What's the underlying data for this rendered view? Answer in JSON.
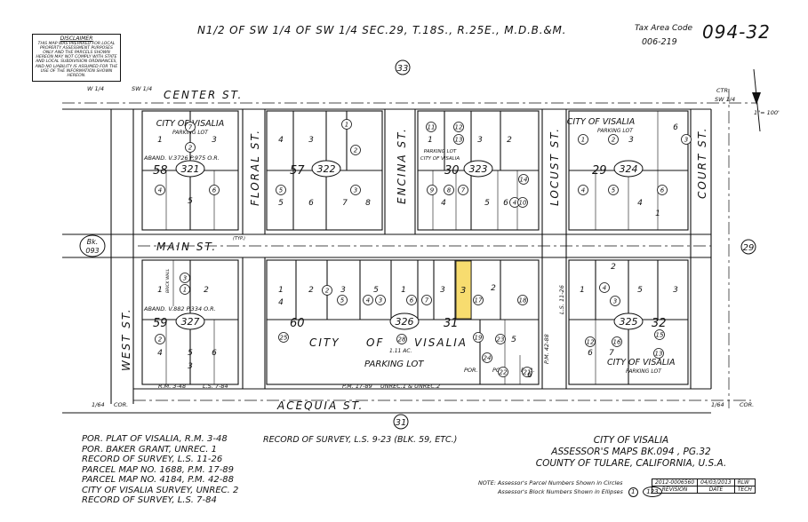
{
  "header": {
    "location": "N1/2 OF SW 1/4 OF SW 1/4 SEC.29, T.18S., R.25E., M.D.B.&M.",
    "tax_area_label": "Tax Area Code",
    "tax_area_code": "006-219",
    "map_number": "094-32"
  },
  "disclaimer": {
    "title": "DISCLAIMER",
    "text": "THIS MAP WAS PREPARED FOR LOCAL PROPERTY ASSESSMENT PURPOSES ONLY AND THE PARCELS SHOWN HEREON MAY NOT COMPLY WITH STATE AND LOCAL SUBDIVISION ORDINANCES, AND NO LIABILITY IS ASSUMED FOR THE USE OF THE INFORMATION SHOWN HEREON."
  },
  "streets": {
    "center": "CENTER ST.",
    "main": "MAIN ST.",
    "acequia": "ACEQUIA ST.",
    "west": "WEST ST.",
    "floral": "FLORAL ST.",
    "encina": "ENCINA ST.",
    "locust": "LOCUST ST.",
    "court": "COURT ST."
  },
  "corners": {
    "w_quarter": "W 1/4",
    "sw_quarter": "SW 1/4",
    "ctr": "CTR.",
    "sw_quarter_right": "SW 1/4",
    "sixty_fourth_left": "1/64",
    "cor_left": "COR.",
    "sixty_fourth_right": "1/64",
    "cor_right": "COR."
  },
  "scale": {
    "text": "1\"= 100'"
  },
  "book_refs": {
    "top": "33",
    "right": "29",
    "bottom": "31",
    "left_line1": "Bk.",
    "left_line2": "093"
  },
  "blocks": [
    {
      "label": "321",
      "number": "58"
    },
    {
      "label": "322",
      "number": "57"
    },
    {
      "label": "323",
      "number": "30"
    },
    {
      "label": "324",
      "number": "29"
    },
    {
      "label": "327",
      "number": "59"
    },
    {
      "label": "326",
      "number": "60"
    },
    {
      "label": "325",
      "number": "32"
    }
  ],
  "block_extra": {
    "n31": "31"
  },
  "parking_labels": {
    "b321_city": "CITY OF VISALIA",
    "b321_lot": "PARKING LOT",
    "b323_lot": "PARKING LOT",
    "b323_city": "CITY OF VISALIA",
    "b324_city": "CITY OF VISALIA",
    "b324_lot": "PARKING LOT",
    "b326_city": "CITY",
    "b326_of": "OF",
    "b326_visalia": "VISALIA",
    "b326_lot": "PARKING LOT",
    "b326_area": "1.11 AC.",
    "b325_city": "CITY OF VISALIA",
    "b325_lot": "PARKING LOT"
  },
  "annotations": {
    "aband1": "ABAND. V.3726 P.975 O.R.",
    "aband2": "ABAND. V.882 P.334 O.R.",
    "rm": "R.M. 3-48",
    "ls": "L.S. 7-84",
    "pm": "P.M. 17-89",
    "unrec": "UNREC.1 & UNREC.2",
    "ls_side": "L.S. 11-26",
    "pm_side": "P.M. 42-88",
    "typ": "(TYP.)",
    "por": "POR.",
    "por_q": "POR.",
    "por_r": "POR.",
    "brick": "BRICK WALL"
  },
  "parcels": {
    "b321": {
      "top_plain": [
        "1",
        "3"
      ],
      "circled": [
        "2",
        "7",
        "4",
        "6"
      ],
      "plain": [
        "5"
      ],
      "bot_l": "1",
      "bot_r": "3"
    },
    "b322": {
      "circled": [
        "2",
        "1",
        "5",
        "3"
      ],
      "plain": [
        "4",
        "3",
        "5",
        "6",
        "7",
        "8"
      ]
    },
    "b323": {
      "circled": [
        "11",
        "12",
        "13",
        "9",
        "8",
        "7",
        "14",
        "4",
        "10"
      ],
      "plain": [
        "1",
        "3",
        "2",
        "4",
        "5",
        "6"
      ]
    },
    "b324": {
      "circled": [
        "1",
        "2",
        "3",
        "4",
        "5",
        "6"
      ],
      "plain": [
        "6",
        "3",
        "4",
        "1"
      ]
    },
    "b327": {
      "circled": [
        "3",
        "1",
        "2"
      ],
      "plain": [
        "1",
        "2",
        "4",
        "5",
        "6",
        "3"
      ]
    },
    "b326": {
      "circled": [
        "2",
        "5",
        "4",
        "3",
        "6",
        "7",
        "17",
        "25",
        "28",
        "24",
        "23",
        "18",
        "19",
        "22",
        "21"
      ],
      "plain": [
        "1",
        "2",
        "3",
        "5",
        "1",
        "3",
        "4",
        "2",
        "5",
        "6"
      ]
    },
    "b325": {
      "circled": [
        "4",
        "3",
        "12",
        "16",
        "15",
        "13"
      ],
      "plain": [
        "1",
        "2",
        "3",
        "5",
        "6",
        "7"
      ]
    }
  },
  "highlight": {
    "parcel": "3"
  },
  "references": [
    "POR. PLAT OF VISALIA, R.M. 3-48",
    "POR. BAKER GRANT, UNREC. 1",
    "RECORD OF SURVEY, L.S. 11-26",
    "PARCEL MAP NO. 1688, P.M. 17-89",
    "PARCEL MAP NO. 4184, P.M. 42-88",
    "CITY OF VISALIA SURVEY, UNREC. 2",
    "RECORD OF SURVEY, L.S. 7-84"
  ],
  "record_of_survey": "RECORD OF SURVEY, L.S. 9-23 (BLK. 59, ETC.)",
  "title_block": {
    "line1": "CITY OF VISALIA",
    "line2": "ASSESSOR'S MAPS BK.094 , PG.32",
    "line3": "COUNTY OF TULARE, CALIFORNIA, U.S.A."
  },
  "note": {
    "line1": "NOTE: Assessor's Parcel Numbers Shown in Circles",
    "line2": "Assessor's Block Numbers Shown in Ellipses",
    "circle_example": "1",
    "ellipse_example": "123"
  },
  "revision": {
    "row1": [
      "2012-0006560",
      "04/03/2013",
      "RLW"
    ],
    "row2": [
      "REVISION",
      "DATE",
      "TECH"
    ]
  },
  "colors": {
    "ink": "#111111",
    "highlight": "#f7dc6f"
  }
}
